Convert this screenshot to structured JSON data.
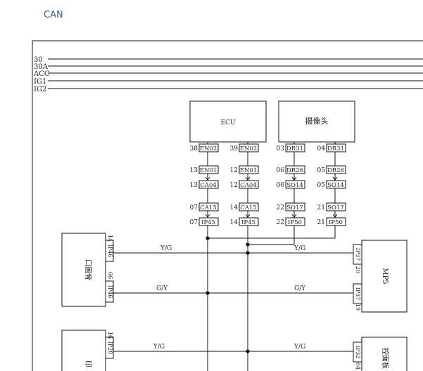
{
  "header": {
    "title": "CAN"
  },
  "power_rails": [
    "30",
    "30A",
    "ACC",
    "IG1",
    "IG2"
  ],
  "modules": {
    "ecu": "ECU",
    "camera": "摄像头",
    "mp5": "MP5",
    "left_module": "口圖脅",
    "left_module_2": "印",
    "right_module_2": "控面板"
  },
  "connectors": {
    "ecu_a_top": {
      "pin": "38",
      "id": "EN02"
    },
    "ecu_b_top": {
      "pin": "39",
      "id": "EN02"
    },
    "cam_a_top": {
      "pin": "03",
      "id": "DR31"
    },
    "cam_b_top": {
      "pin": "04",
      "id": "DR31"
    },
    "ecu_a_en01": {
      "pin": "13",
      "id": "EN01"
    },
    "ecu_b_en01": {
      "pin": "12",
      "id": "EN01"
    },
    "ecu_a_ca04": {
      "pin": "13",
      "id": "CA04"
    },
    "ecu_b_ca04": {
      "pin": "12",
      "id": "CA04"
    },
    "cam_a_dr26": {
      "pin": "06",
      "id": "DR26"
    },
    "cam_b_dr26": {
      "pin": "05",
      "id": "DR26"
    },
    "cam_a_so14": {
      "pin": "06",
      "id": "SO14"
    },
    "cam_b_so14": {
      "pin": "05",
      "id": "SO14"
    },
    "ecu_a_ca15": {
      "pin": "07",
      "id": "CA15"
    },
    "ecu_b_ca15": {
      "pin": "14",
      "id": "CA15"
    },
    "ecu_a_ip45": {
      "pin": "07",
      "id": "IP45"
    },
    "ecu_b_ip45": {
      "pin": "14",
      "id": "IP45"
    },
    "cam_a_so17": {
      "pin": "22",
      "id": "SO17"
    },
    "cam_b_so17": {
      "pin": "21",
      "id": "SO17"
    },
    "cam_a_ip50": {
      "pin": "22",
      "id": "IP50"
    },
    "cam_b_ip50": {
      "pin": "21",
      "id": "IP50"
    },
    "left_upper": {
      "pin": "14",
      "id": "IP46"
    },
    "left_lower": {
      "pin": "06",
      "id": "IP46"
    },
    "mp5_upper": {
      "pin": "20",
      "id": "IP37"
    },
    "mp5_lower": {
      "pin": "19",
      "id": "IP37"
    },
    "left2_upper": {
      "pin": "16",
      "id": "IP20"
    },
    "right2_upper": {
      "pin": "04",
      "id": "IP32"
    }
  },
  "wire_colors": {
    "yg": "Y/G",
    "gy": "G/Y"
  }
}
